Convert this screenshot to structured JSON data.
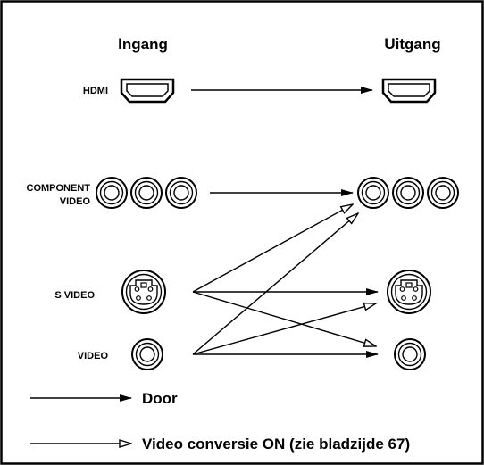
{
  "headers": {
    "input": "Ingang",
    "output": "Uitgang"
  },
  "row_labels": {
    "hdmi": "HDMI",
    "component_line1": "COMPONENT",
    "component_line2": "VIDEO",
    "svideo": "S VIDEO",
    "video": "VIDEO"
  },
  "legend": {
    "pass_through": "Door",
    "conversion": "Video conversie ON (zie bladzijde 67)"
  },
  "connectors": {
    "hdmi": "hdmi-connector",
    "component": "rca-jack-triple",
    "svideo": "mini-din-4pin",
    "video": "rca-jack"
  },
  "colors": {
    "line": "#000000",
    "background": "#ffffff"
  }
}
